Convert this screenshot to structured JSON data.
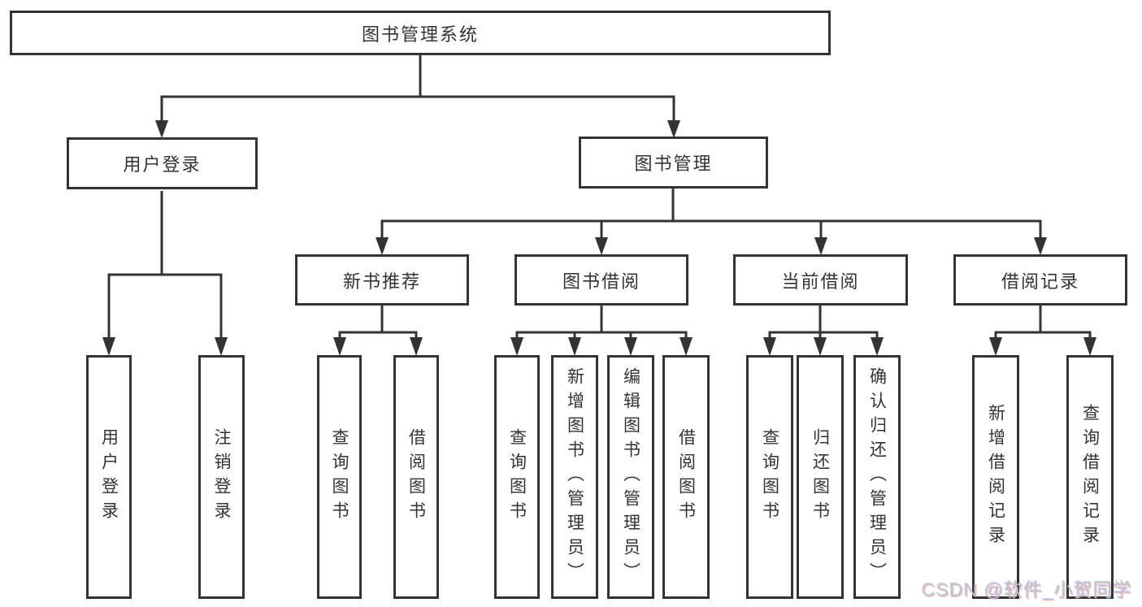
{
  "tree": {
    "root": "图书管理系统",
    "branches": [
      {
        "label": "用户登录",
        "children": [
          "用户登录",
          "注销登录"
        ]
      },
      {
        "label": "图书管理",
        "groups": [
          {
            "label": "新书推荐",
            "children": [
              "查询图书",
              "借阅图书"
            ]
          },
          {
            "label": "图书借阅",
            "children": [
              "查询图书",
              "新增图书（管理员）",
              "编辑图书（管理员）",
              "借阅图书"
            ]
          },
          {
            "label": "当前借阅",
            "children": [
              "查询图书",
              "归还图书",
              "确认归还（管理员）"
            ]
          },
          {
            "label": "借阅记录",
            "children": [
              "新增借阅记录",
              "查询借阅记录"
            ]
          }
        ]
      }
    ]
  },
  "colors": {
    "line": "#333333",
    "box_border": "#333333",
    "watermark": "#c3c3c3"
  },
  "watermark": "CSDN @软件_小贺同学"
}
